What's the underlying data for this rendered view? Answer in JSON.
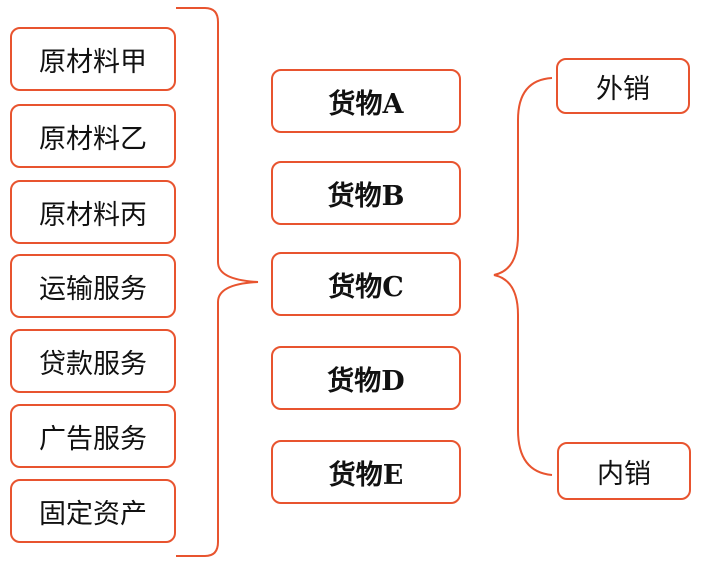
{
  "colors": {
    "accent": "#e8542f",
    "text": "#111111",
    "background": "#ffffff"
  },
  "inputs": [
    "原材料甲",
    "原材料乙",
    "原材料丙",
    "运输服务",
    "贷款服务",
    "广告服务",
    "固定资产"
  ],
  "goods": [
    "货物A",
    "货物B",
    "货物C",
    "货物D",
    "货物E"
  ],
  "sales": [
    "外销",
    "内销"
  ]
}
